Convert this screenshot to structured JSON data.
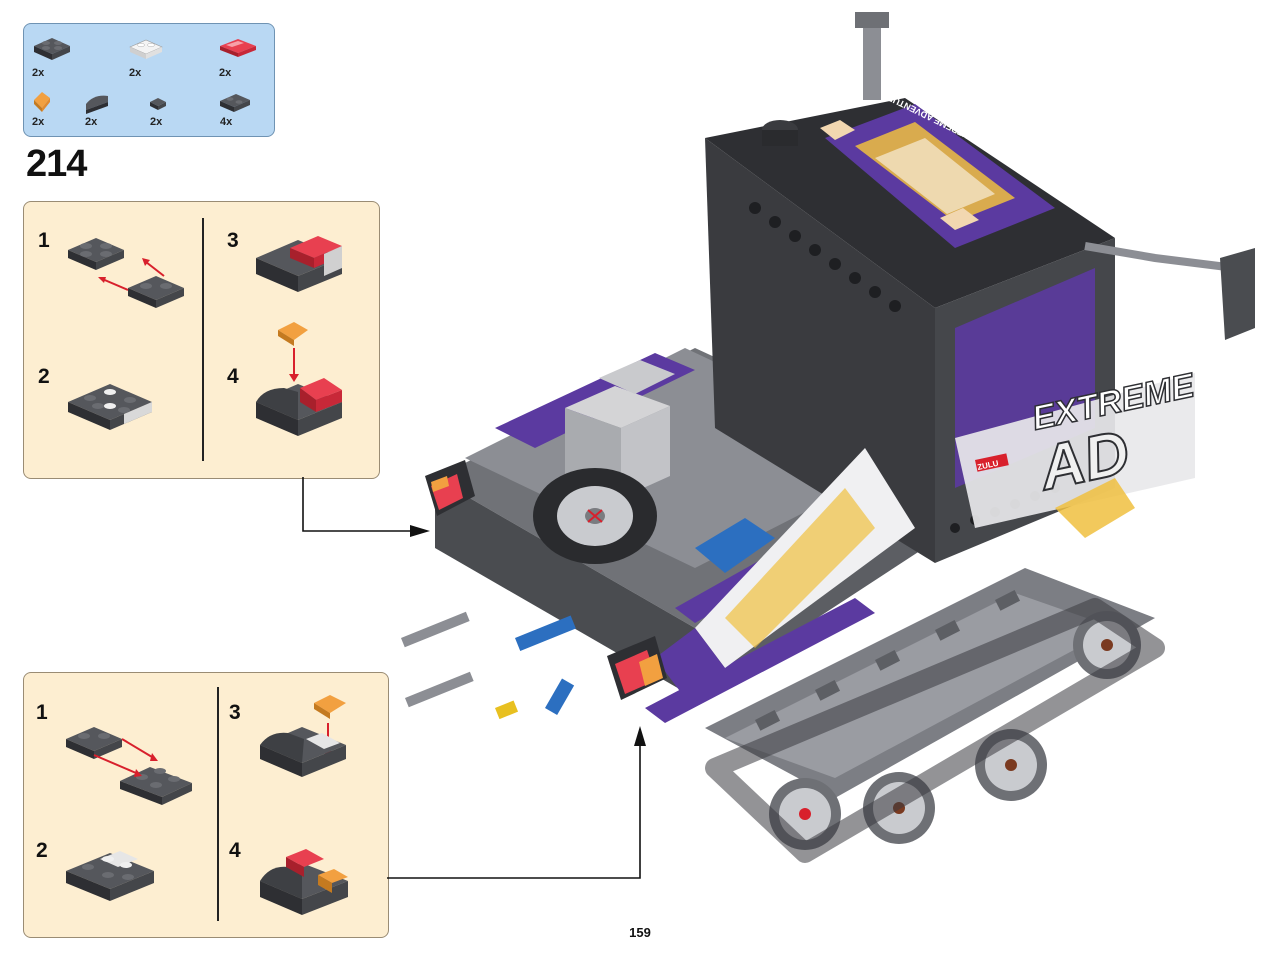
{
  "parts_list": {
    "items": [
      {
        "qty": "2x",
        "part": "plate-2x2-dark-gray"
      },
      {
        "qty": "2x",
        "part": "plate-2x2-white"
      },
      {
        "qty": "2x",
        "part": "tile-2x2-trans-red"
      },
      {
        "qty": "2x",
        "part": "slope-1x1-trans-orange"
      },
      {
        "qty": "2x",
        "part": "curved-slope-dark-gray"
      },
      {
        "qty": "2x",
        "part": "tile-1x1-dark-gray"
      },
      {
        "qty": "4x",
        "part": "plate-1x2-dark-gray"
      }
    ]
  },
  "step": {
    "number": "214"
  },
  "subassembly_top": {
    "substeps": [
      {
        "number": "1"
      },
      {
        "number": "2"
      },
      {
        "number": "3"
      },
      {
        "number": "4"
      }
    ]
  },
  "subassembly_bottom": {
    "substeps": [
      {
        "number": "1"
      },
      {
        "number": "2"
      },
      {
        "number": "3"
      },
      {
        "number": "4"
      }
    ]
  },
  "model": {
    "decal_main": "EXTREME",
    "decal_logo": "AD",
    "decal_small": "ZULU",
    "decal_roof": "EXTREME ADVENTURE SUPPORT",
    "colors": {
      "purple": "#5b3aa0",
      "trans_red": "#e0303c",
      "trans_orange": "#f2a040",
      "dark_gray": "#3a3b3f"
    }
  },
  "footer": {
    "page_number": "159"
  }
}
